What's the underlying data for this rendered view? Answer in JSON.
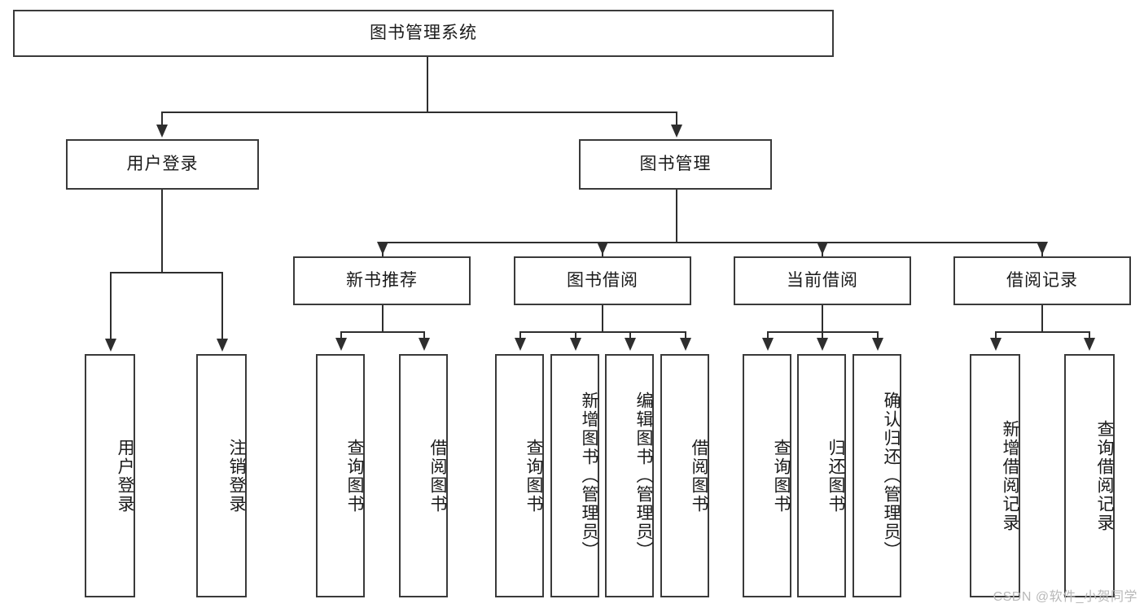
{
  "diagram": {
    "title": "图书管理系统",
    "root": {
      "label": "图书管理系统"
    },
    "level2": [
      {
        "label": "用户登录"
      },
      {
        "label": "图书管理"
      }
    ],
    "level3": [
      {
        "label": "新书推荐"
      },
      {
        "label": "图书借阅"
      },
      {
        "label": "当前借阅"
      },
      {
        "label": "借阅记录"
      }
    ],
    "leaves": {
      "user_login": [
        {
          "label": "用户登录"
        },
        {
          "label": "注销登录"
        }
      ],
      "new_book_recommend": [
        {
          "label": "查询图书"
        },
        {
          "label": "借阅图书"
        }
      ],
      "book_borrow": [
        {
          "label": "查询图书"
        },
        {
          "label": "新增图书（管理员）"
        },
        {
          "label": "编辑图书（管理员）"
        },
        {
          "label": "借阅图书"
        }
      ],
      "current_borrow": [
        {
          "label": "查询图书"
        },
        {
          "label": "归还图书"
        },
        {
          "label": "确认归还（管理员）"
        }
      ],
      "borrow_record": [
        {
          "label": "新增借阅记录"
        },
        {
          "label": "查询借阅记录"
        }
      ]
    }
  },
  "watermark": {
    "text": "CSDN @软件_小贺同学"
  },
  "colors": {
    "box_border": "#3a3a3a",
    "line": "#2e2e2e",
    "text": "#1a1a1a",
    "background": "#ffffff",
    "watermark": "#b8b8b8"
  }
}
